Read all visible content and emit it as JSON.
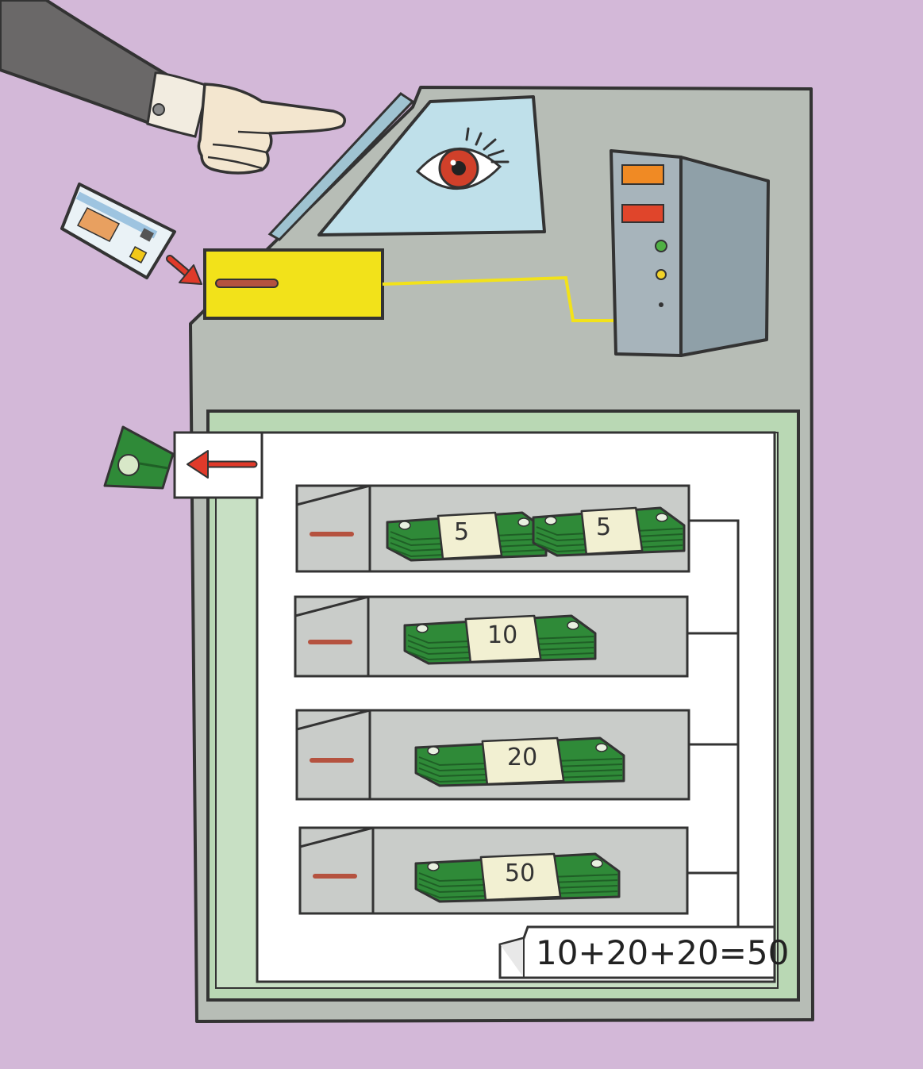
{
  "colors": {
    "background": "#d3b8d8",
    "machine_body": "#b7bdb6",
    "machine_outline": "#333333",
    "screen": "#bfe0ea",
    "eye_iris": "#d0402a",
    "card_reader": "#f2e21a",
    "cable": "#f2e21a",
    "computer_case": "#a7b4bb",
    "led_orange": "#f08a24",
    "led_red": "#e0452b",
    "led_green": "#4fb043",
    "led_yellow": "#f2d32a",
    "vault_frame": "#b9d8b4",
    "vault_panel": "#ffffff",
    "drawer": "#c9ccc9",
    "drawer_handle": "#b5523f",
    "money_green": "#2f8a38",
    "money_band": "#f2f0d2",
    "arrow_red": "#e03a2a",
    "sleeve": "#6a6868",
    "skin": "#f3e6cf"
  },
  "icons": {
    "hand": "pointing-hand-icon",
    "card": "bank-card-icon",
    "eye": "eye-icon",
    "computer": "computer-tower-icon",
    "dispensed_bill": "dispensed-bill-icon"
  },
  "drawers": [
    {
      "denomination_labels": [
        "5",
        "5"
      ]
    },
    {
      "denomination_labels": [
        "10"
      ]
    },
    {
      "denomination_labels": [
        "20"
      ]
    },
    {
      "denomination_labels": [
        "50"
      ]
    }
  ],
  "equation": "10+20+20=50"
}
